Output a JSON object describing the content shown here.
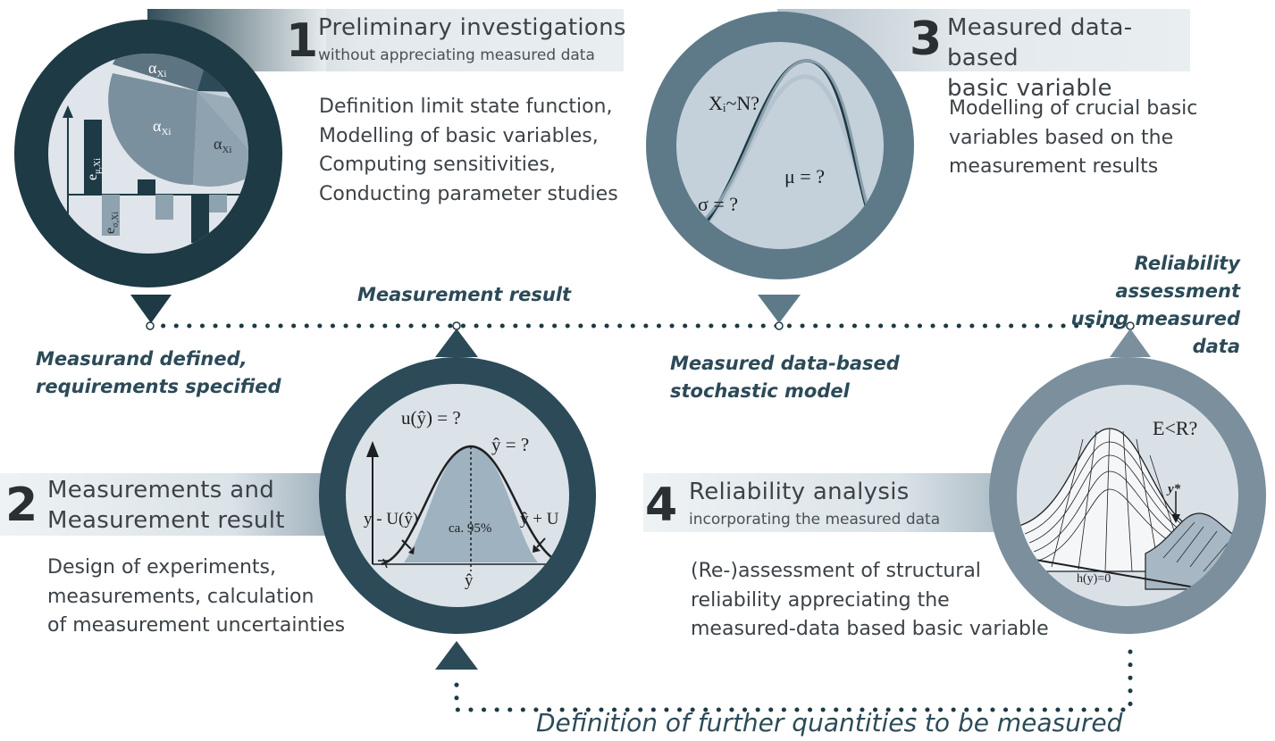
{
  "steps": [
    {
      "num": "1",
      "title": "Preliminary investigations",
      "subtitle": "without appreciating measured data",
      "description": "Definition limit state function,\nModelling of basic variables,\nComputing sensitivities,\nConducting parameter studies"
    },
    {
      "num": "2",
      "title": "Measurements and\nMeasurement result",
      "subtitle": "",
      "description": "Design of experiments,\nmeasurements, calculation\nof measurement uncertainties"
    },
    {
      "num": "3",
      "title": "Measured data-based\nbasic variable",
      "subtitle": "",
      "description": "Modelling of crucial basic\nvariables based on the\nmeasurement results"
    },
    {
      "num": "4",
      "title": "Reliability analysis",
      "subtitle": "incorporating the measured data",
      "description": "(Re-)assessment of structural\nreliability appreciating the\nmeasured-data based basic variable"
    }
  ],
  "flow_labels": {
    "measurand": "Measurand defined,\nrequirements specified",
    "measurement_result": "Measurement result",
    "stochastic_model": "Measured data-based\nstochastic model",
    "reliability_assessment": "Reliability assessment\nusing measured data",
    "further_quantities": "Definition of further quantities to be measured"
  },
  "circle1": {
    "alpha1": "α",
    "alpha_sub": "Xi",
    "e_mu": "e",
    "e_mu_sub": "μ,Xi",
    "e_sigma": "e",
    "e_sigma_sub": "σ,Xi"
  },
  "circle2": {
    "u_label": "u(ŷ) = ?",
    "yhat_label": "ŷ = ?",
    "left_label": "y - U(ŷ)",
    "right_label": "ŷ + U",
    "center_label": "ca. 95%",
    "axis_label": "ŷ"
  },
  "circle3": {
    "dist_label": "Xᵢ~N?",
    "mu_label": "μ = ?",
    "sigma_label": "σ = ?"
  },
  "circle4": {
    "question": "E<R?",
    "design_point": "y*",
    "limit_state": "h(y)=0"
  },
  "colors": {
    "dark": "#1d3a45",
    "mid": "#5e7a89",
    "light": "#7b8f9c",
    "fill": "#c4d1db",
    "accent": "#2c4a58"
  }
}
